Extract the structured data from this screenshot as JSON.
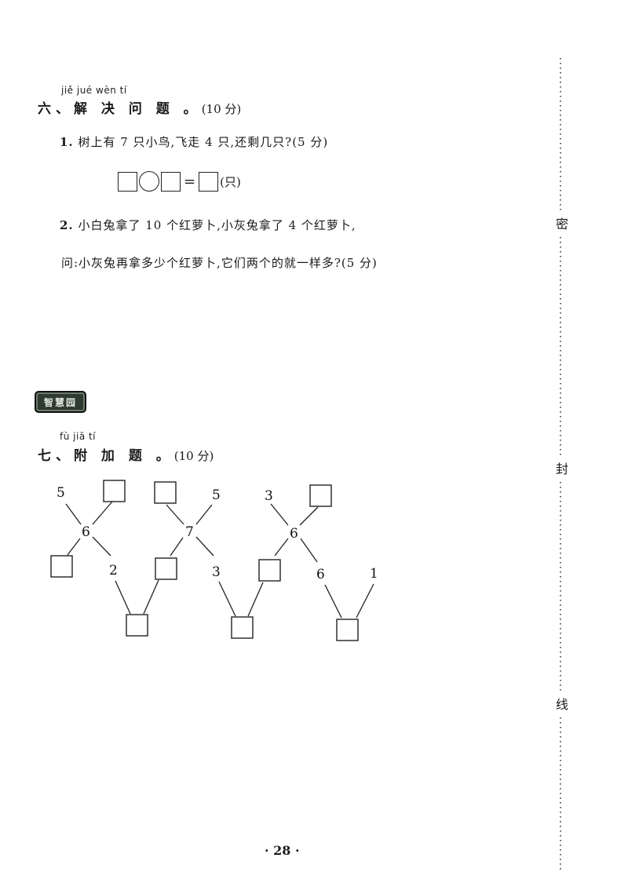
{
  "section6": {
    "pinyin": "jiě jué wèn tí",
    "title": "六、解 决 问 题 。",
    "score": "(10 分)",
    "q1": {
      "num": "1.",
      "text": "树上有 7 只小鸟,飞走 4 只,还剩几只?(5 分)",
      "equals": "=",
      "unit": "(只)"
    },
    "q2": {
      "num": "2.",
      "line1": "小白兔拿了 10 个红萝卜,小灰兔拿了 4 个红萝卜,",
      "line2": "问:小灰兔再拿多少个红萝卜,它们两个的就一样多?(5 分)"
    }
  },
  "badge": {
    "label": "智慧园"
  },
  "section7": {
    "pinyin": "fù jiā tí",
    "title": "七、附 加 题 。",
    "score": "(10 分)",
    "groups": [
      {
        "top_left": "5",
        "center": "6",
        "bottom_right": "2"
      },
      {
        "top_right": "5",
        "center": "7",
        "bottom_left": "3"
      },
      {
        "top_left": "3",
        "center": "6",
        "bottom_left": "6",
        "bottom_right": "1"
      }
    ]
  },
  "binding": {
    "labels": [
      "密",
      "封",
      "线"
    ]
  },
  "footer": {
    "page": "· 28 ·"
  }
}
